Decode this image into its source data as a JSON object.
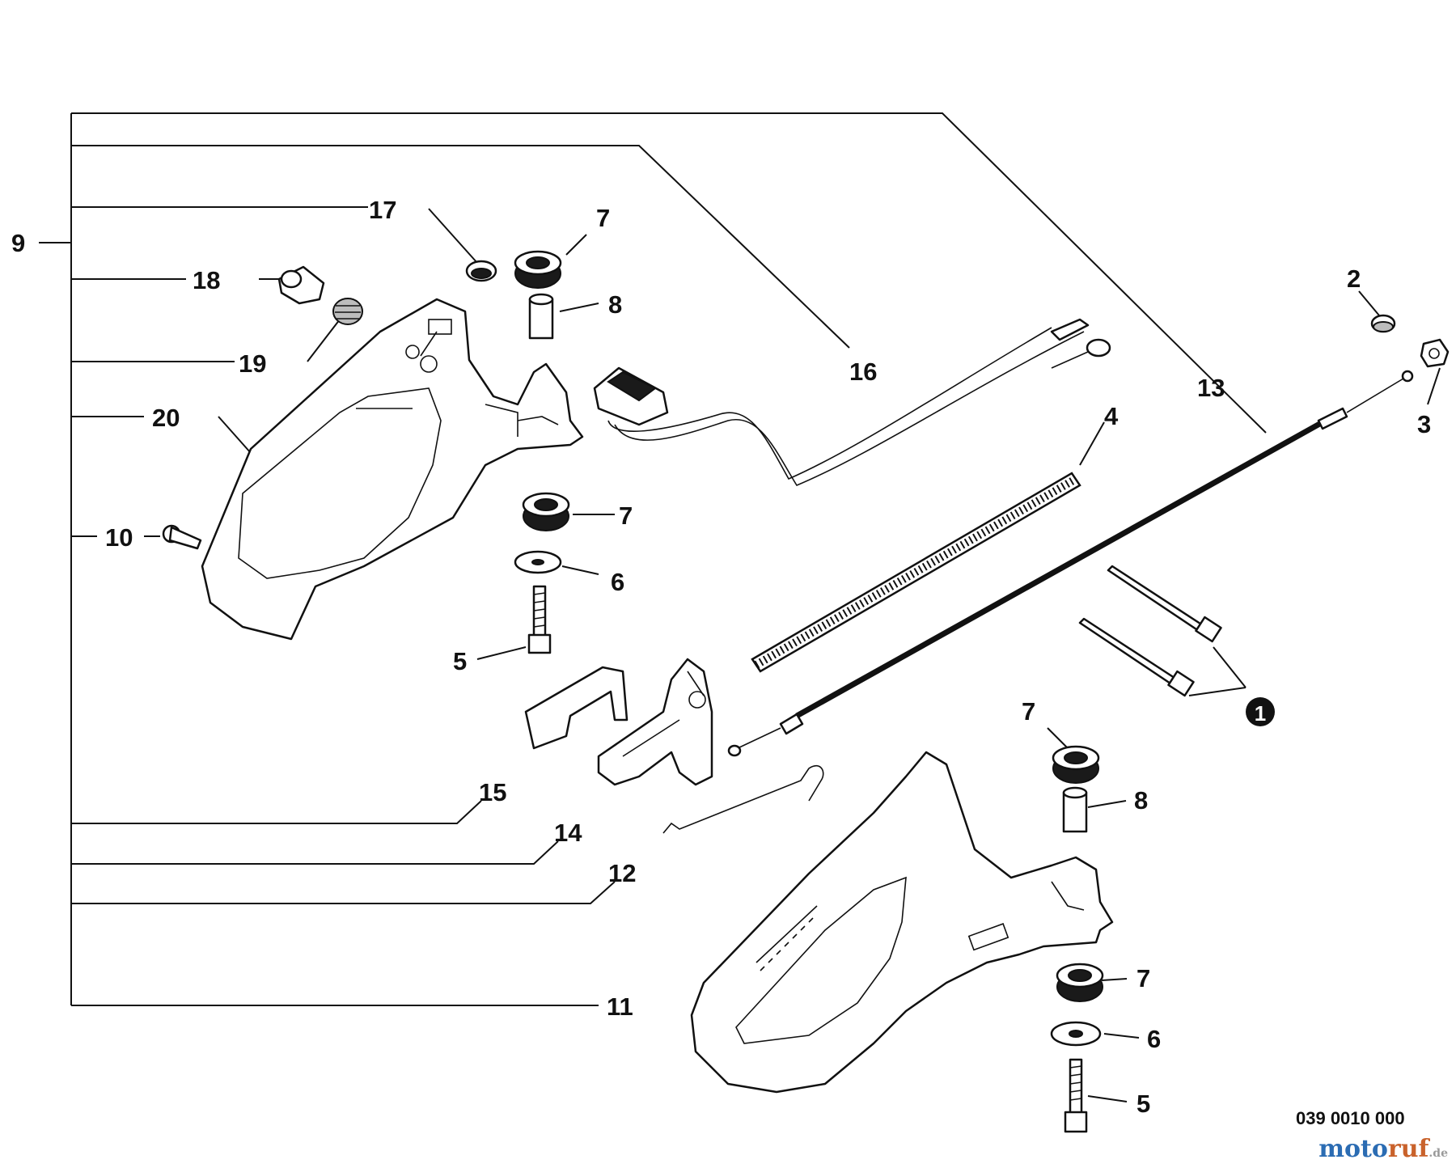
{
  "diagram": {
    "part_code": "039 0010 000",
    "callouts": {
      "c1": "1",
      "c2": "2",
      "c3": "3",
      "c4": "4",
      "c5a": "5",
      "c5b": "5",
      "c6a": "6",
      "c6b": "6",
      "c7a": "7",
      "c7b": "7",
      "c7c": "7",
      "c7d": "7",
      "c8a": "8",
      "c8b": "8",
      "c9": "9",
      "c10": "10",
      "c11": "11",
      "c12": "12",
      "c13": "13",
      "c14": "14",
      "c15": "15",
      "c16": "16",
      "c17": "17",
      "c18": "18",
      "c19": "19",
      "c20": "20"
    },
    "note_marker": "1"
  },
  "watermark": {
    "part1": "moto",
    "part2": "ruf",
    "part3": ".de"
  }
}
